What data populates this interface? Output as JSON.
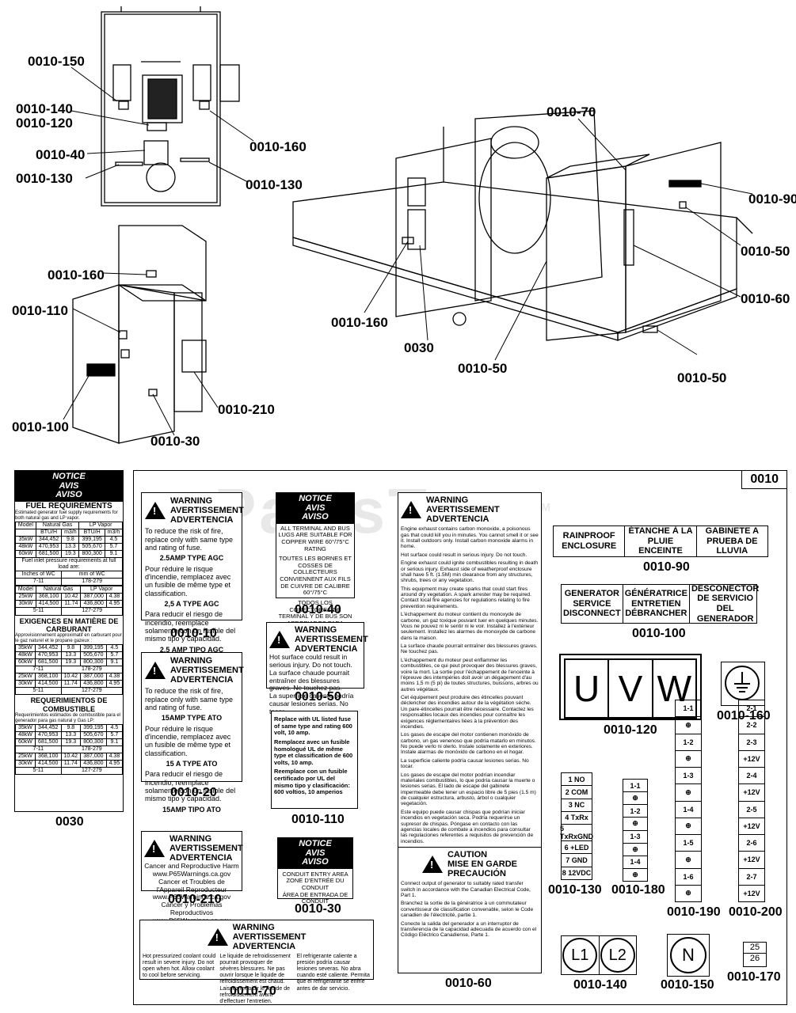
{
  "watermark": "PartsTree",
  "watermark_tm": "TM",
  "callouts": {
    "c_150": "0010-150",
    "c_140": "0010-140",
    "c_120": "0010-120",
    "c_40": "0010-40",
    "c_130a": "0010-130",
    "c_160a": "0010-160",
    "c_130b": "0010-130",
    "c_160b": "0010-160",
    "c_110": "0010-110",
    "c_100": "0010-100",
    "c_30": "0010-30",
    "c_210": "0010-210",
    "c_70": "0010-70",
    "c_90": "0010-90",
    "c_50a": "0010-50",
    "c_60": "0010-60",
    "c_160c": "0010-160",
    "c_0030": "0030",
    "c_50b": "0010-50",
    "c_50c": "0010-50"
  },
  "sheet": {
    "number": "0010",
    "left_label": "0030"
  },
  "fuel": {
    "notice": [
      "NOTICE",
      "AVIS",
      "AVISO"
    ],
    "title_en": "FUEL REQUIREMENTS",
    "sub_en": "Estimated generator fuel supply requirements for both natural gas and LP vapor.",
    "title_fr": "EXIGENCES EN MATIÈRE DE CARBURANT",
    "sub_fr": "Approvisionnement approximatif en carburant pour le gaz naturel et le propane gazeux :",
    "title_es": "REQUERIMIENTOS DE COMBUSTIBLE",
    "sub_es": "Requerimientos estimados de combustible para el generador para gas natural y Gas LP:",
    "hdr": [
      "Model",
      "Natural Gas",
      "LP Vapor"
    ],
    "units": [
      "BTU/H",
      "m3/h",
      "BTU/H",
      "m3/h"
    ],
    "rows1": [
      [
        "35kW",
        "344,452",
        "9.8",
        "399,195",
        "4.5"
      ],
      [
        "48kW",
        "470,953",
        "13.3",
        "505,670",
        "5.7"
      ],
      [
        "60kW",
        "681,500",
        "19.3",
        "800,300",
        "9.1"
      ]
    ],
    "rows2": [
      [
        "25kW",
        "368,100",
        "10.42",
        "387,000",
        "4.38"
      ],
      [
        "30kW",
        "414,500",
        "11.74",
        "436,800",
        "4.95"
      ]
    ],
    "pressure": "Fuel inlet pressure requirements at full load are:",
    "inches": "Inches of WC",
    "mm": "mm of WC",
    "range1": "7-11",
    "range2": "178-279",
    "range3": "5-11",
    "range4": "127-279"
  },
  "d10": {
    "head": [
      "WARNING",
      "AVERTISSEMENT",
      "ADVERTENCIA"
    ],
    "en": "To reduce the risk of fire, replace only with same type and rating of fuse.",
    "en_b": "2.5AMP TYPE AGC",
    "fr": "Pour réduire le risque d'incendie, remplacez avec un fusible de même type et classification.",
    "fr_b": "2,5 A TYPE AGC",
    "es": "Para reducir el riesgo de incendio, reemplace solamente con un fusible del mismo tipo y capacidad.",
    "es_b": "2.5 AMP TIPO AGC",
    "label": "0010-10"
  },
  "d20": {
    "head": [
      "WARNING",
      "AVERTISSEMENT",
      "ADVERTENCIA"
    ],
    "en": "To reduce the risk of fire, replace only with same type and rating of fuse.",
    "en_b": "15AMP TYPE ATO",
    "fr": "Pour réduire le risque d'incendie, remplacez avec un fusible de même type et classification.",
    "fr_b": "15 A TYPE ATO",
    "es": "Para reducir el riesgo de incendio, reemplace solamente con un fusible del mismo tipo y capacidad.",
    "es_b": "15AMP TIPO ATO",
    "label": "0010-20"
  },
  "d40": {
    "notice": [
      "NOTICE",
      "AVIS",
      "AVISO"
    ],
    "en": "ALL TERMINAL AND BUS LUGS ARE SUITABLE FOR COPPER WIRE 60°/75°C RATING",
    "fr": "TOUTES LES BORNES ET COSSES DE COLLECTEURS CONVIENNENT AUX FILS DE CUIVRE DE CALIBRE 60°/75°C",
    "es": "TODOS LOS CONECTORES DE TERMINAL Y DE BUS SON APROPIADOS PARA CABLE DE COBRE CON CAPACIDAD DE 60°/75°C",
    "label": "0010-40"
  },
  "d50": {
    "head": [
      "WARNING",
      "AVERTISSEMENT",
      "ADVERTENCIA"
    ],
    "en": "Hot surface could result in serious injury. Do not touch.",
    "fr": "La surface chaude pourrait entraîner des blessures graves. Ne touchez pas.",
    "es": "La superficie caliente podría causar lesiones serias. No tocar.",
    "label": "0010-50"
  },
  "d110": {
    "en": "Replace with UL listed fuse of same type and rating 600 volt, 10 amp.",
    "fr": "Remplacez avec un fusible homologué UL de même type et classification de 600 volts, 10 amp.",
    "es": "Reemplace con un fusible certificado por UL del mismo tipo y clasificación: 600 voltios, 10 amperios",
    "label": "0010-110"
  },
  "d30": {
    "notice": [
      "NOTICE",
      "AVIS",
      "AVISO"
    ],
    "l1": "CONDUIT ENTRY AREA",
    "l2": "ZONE D'ENTRÉE DU CONDUIT",
    "l3": "ÁREA DE ENTRADA DE CONDUIT",
    "label": "0010-30"
  },
  "d210": {
    "head": [
      "WARNING",
      "AVERTISSEMENT",
      "ADVERTENCIA"
    ],
    "l1": "Cancer and Reproductive Harm",
    "l2": "www.P65Warnings.ca.gov",
    "l3": "Cancer et Troubles de l'Appareil Reproducteur",
    "l4": "www.P65Warnings.ca.gov",
    "l5": "Cáncer y Problemas Reproductivos",
    "l6": "www.P65Warnings.ca.gov",
    "label": "0010-210"
  },
  "d70": {
    "head": [
      "WARNING",
      "AVERTISSEMENT",
      "ADVERTENCIA"
    ],
    "en": "Hot pressurized coolant could result in severe injury. Do not open when hot. Allow coolant to cool before servicing.",
    "fr": "Le liquide de refroidissement pourrait provoquer de sévères blessures. Ne pas ouvrir lorsque le liquide de refroidissement est chaud. Laissez refroidir le liquide de refroidissement avant d'effectuer l'entretien.",
    "es": "El refrigerante caliente a presión podría causar lesiones severas. No abra cuando esté caliente. Permita que el refrigerante se enfríe antes de dar servicio.",
    "label": "0010-70"
  },
  "d60": {
    "head": [
      "WARNING",
      "AVERTISSEMENT",
      "ADVERTENCIA"
    ],
    "p1": "Engine exhaust contains carbon monoxide, a poisonous gas that could kill you in minutes. You cannot smell it or see it. Install outdoors only. Install carbon monoxide alarms in home.",
    "p2": "Hot surface could result in serious injury. Do not touch.",
    "p3": "Engine exhaust could ignite combustibles resulting in death or serious injury. Exhaust side of weatherproof enclosure shall have 5 ft. (1.5M) min clearance from any structures, shrubs, trees or any vegetation.",
    "p4": "This equipment may create sparks that could start fires around dry vegetation. A spark arrester may be required. Contact local fire agencies for regulations relating to fire prevention requirements.",
    "p5": "L'échappement du moteur contient du monoxyde de carbone, un gaz toxique pouvant tuer en quelques minutes. Vous ne pouvez ni le sentir ni le voir. Installez à l'extérieur seulement. Installez les alarmes de monoxyde de carbone dans la maison.",
    "p6": "La surface chaude pourrait entraîner des blessures graves. Ne touchez pas.",
    "p7": "L'échappement du moteur peut enflammer les combustibles, ce qui peut provoquer des blessures graves, voire la mort. La sortie pour l'échappement de l'enceinte à l'épreuve des intempéries doit avoir un dégagement d'au moins 1,5 m (5 pi) de toutes structures, buissons, arbres ou autres végétaux.",
    "p8": "Cet équipement peut produire des étincelles pouvant déclencher des incendies autour de la végétation sèche. Un pare-étincelles pourrait être nécessaire. Contactez les responsables locaux des incendies pour connaître les exigences réglementaires liées à la prévention des incendies.",
    "p9": "Los gases de escape del motor contienen monóxido de carbono, un gas venenoso que podría matarlo en minutos. No puede verlo ni olerlo. Instale solamente en exteriores. Instale alarmas de monóxido de carbono en el hogar.",
    "p10": "La superficie caliente podría causar lesiones serias. No tocar.",
    "p11": "Los gases de escape del motor podrían incendiar materiales combustibles, lo que podría causar la muerte o lesiones serias. El lado de escape del gabinete impermeable debe tener un espacio libre de 5 pies (1.5 m) de cualquier estructura, arbusto, árbol o cualquier vegetación.",
    "p12": "Este equipo puede causar chispas que podrían iniciar incendios en vegetación seca. Podría requerirse un supresor de chispas. Póngase en contacto con las agencias locales de combate a incendios para consultar las regulaciones referentes a requisitos de prevención de incendios.",
    "caution": [
      "CAUTION",
      "MISE EN GARDE",
      "PRECAUCIÓN"
    ],
    "c1": "Connect output of generator to suitably rated transfer switch in accordance with the Canadian Electrical Code, Part 1.",
    "c2": "Branchez la sortie de la génératrice à un commutateur convertisseur de classification convenable, selon le Code canadien de l'électricité, partie 1.",
    "c3": "Conecte la salida del generador a un interruptor de transferencia de la capacidad adecuada de acuerdo con el Código Eléctrico Canadiense, Parte 1.",
    "label": "0010-60"
  },
  "d90": {
    "cells": [
      "RAINPROOF ENCLOSURE",
      "ÉTANCHE À LA PLUIE ENCEINTE",
      "GABINETE A PRUEBA DE LLUVIA"
    ],
    "label": "0010-90"
  },
  "d100": {
    "cells": [
      "GENERATOR SERVICE DISCONNECT",
      "GÉNÉRATRICE ENTRETIEN DÉBRANCHER",
      "DESCONECTOR DE SERVICIO DEL GENERADOR"
    ],
    "label": "0010-100"
  },
  "d120": {
    "letters": [
      "U",
      "V",
      "W"
    ],
    "label": "0010-120"
  },
  "d160": {
    "label": "0010-160"
  },
  "d130": {
    "items": [
      "1 NO",
      "2 COM",
      "3 NC",
      "4 TxRx",
      "5 TxRxGND",
      "6 +LED",
      "7 GND",
      "8 12VDC"
    ],
    "label": "0010-130"
  },
  "d180": {
    "items": [
      "1-1",
      "⊕",
      "1-2",
      "⊕",
      "1-3",
      "⊕",
      "1-4",
      "⊕"
    ],
    "label": "0010-180"
  },
  "d190": {
    "items": [
      "1-1",
      "⊕",
      "1-2",
      "⊕",
      "1-3",
      "⊕",
      "1-4",
      "⊕",
      "1-5",
      "⊕",
      "1-6",
      "⊕"
    ],
    "label": "0010-190"
  },
  "d200": {
    "items": [
      "2-1",
      "2-2",
      "2-3",
      "+12V",
      "2-4",
      "+12V",
      "2-5",
      "+12V",
      "2-6",
      "+12V",
      "2-7",
      "+12V"
    ],
    "label": "0010-200"
  },
  "d140": {
    "letters": [
      "L1",
      "L2"
    ],
    "label": "0010-140"
  },
  "d150": {
    "letter": "N",
    "label": "0010-150"
  },
  "d170": {
    "top": "25",
    "bottom": "26",
    "label": "0010-170"
  }
}
